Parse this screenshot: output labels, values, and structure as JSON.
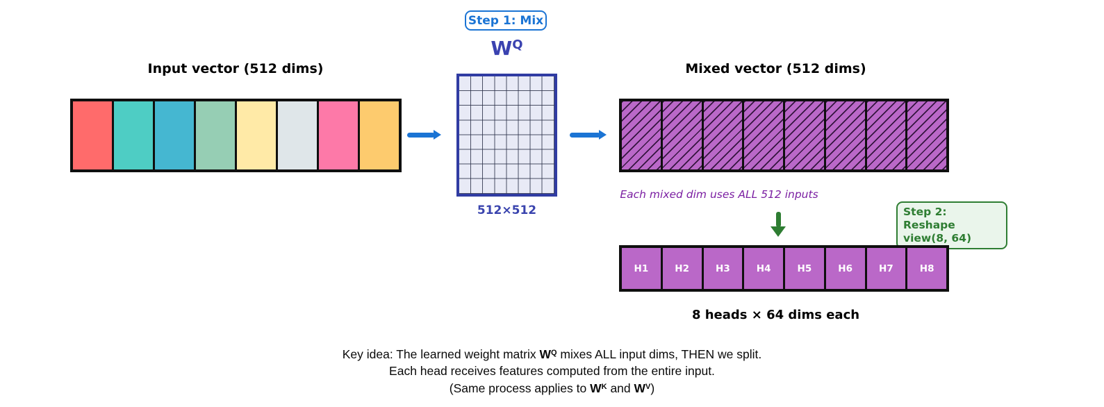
{
  "figure": {
    "step1_badge": "Step 1: Mix",
    "weight_matrix": {
      "symbol": "W",
      "superscript": "Q",
      "size": "512×512"
    },
    "input_vector": {
      "title": "Input vector (512 dims)",
      "segment_colors": [
        "#FF6B6B",
        "#4ECDC4",
        "#45B7D1",
        "#96CEB4",
        "#FFEAA7",
        "#DFE6E9",
        "#FD79A8",
        "#FDCB6E"
      ]
    },
    "mixed_vector": {
      "title": "Mixed vector (512 dims)",
      "segment_colors": [
        "#BA68C8",
        "#BA68C8",
        "#BA68C8",
        "#BA68C8",
        "#BA68C8",
        "#BA68C8",
        "#BA68C8",
        "#BA68C8"
      ],
      "note": "Each mixed dim uses ALL 512 inputs"
    },
    "step2_badge": {
      "line1": "Step 2: Reshape",
      "line2": "view(8, 64)"
    },
    "heads": {
      "labels": [
        "H1",
        "H2",
        "H3",
        "H4",
        "H5",
        "H6",
        "H7",
        "H8"
      ],
      "fill": "#BA68C8",
      "caption": "8 heads × 64 dims each"
    },
    "key_idea": {
      "w_symbol": "W",
      "sup_q": "Q",
      "sup_k": "K",
      "sup_v": "V",
      "line1_pre": "Key idea: The learned weight matrix ",
      "line1_post": " mixes ALL input dims, THEN we split.",
      "line2": "Each head receives features computed from the entire input.",
      "line3_pre": "(Same process applies to ",
      "line3_mid": " and ",
      "line3_post": ")"
    },
    "colors": {
      "accent_blue": "#1B74D4",
      "indigo": "#3A42B0",
      "matrix_fill": "#E8EAF6",
      "purple_fill": "#BA68C8",
      "note_purple": "#7B1FA2",
      "green": "#2E7D32",
      "green_bg": "#EAF5EB",
      "bar_border": "#0F0F0F"
    }
  }
}
